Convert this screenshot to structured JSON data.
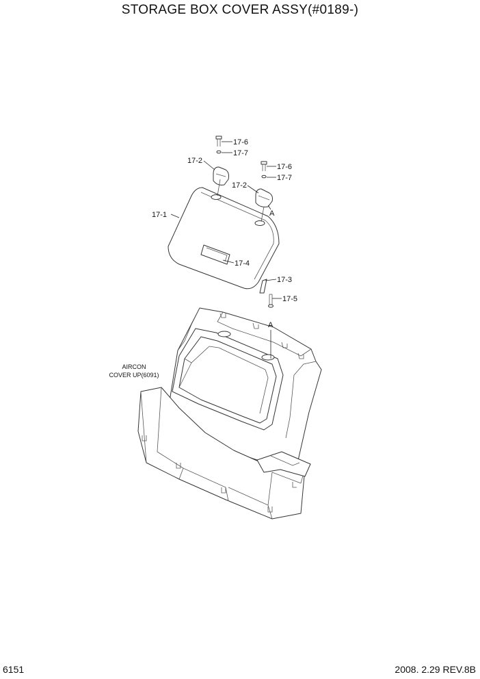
{
  "title": "STORAGE BOX COVER ASSY(#0189-)",
  "callouts": {
    "bolt_left": "17-6",
    "washer_left": "17-7",
    "hinge_left": "17-2",
    "bolt_right": "17-6",
    "washer_right": "17-7",
    "hinge_right": "17-2",
    "cover": "17-1",
    "handle": "17-4",
    "pin": "17-3",
    "screw": "17-5"
  },
  "markers": {
    "a_upper": "A",
    "a_lower": "A"
  },
  "note": {
    "line1": "AIRCON",
    "line2": "COVER UP(6091)"
  },
  "footer": {
    "page_number": "6151",
    "revision": "2008. 2.29 REV.8B"
  }
}
